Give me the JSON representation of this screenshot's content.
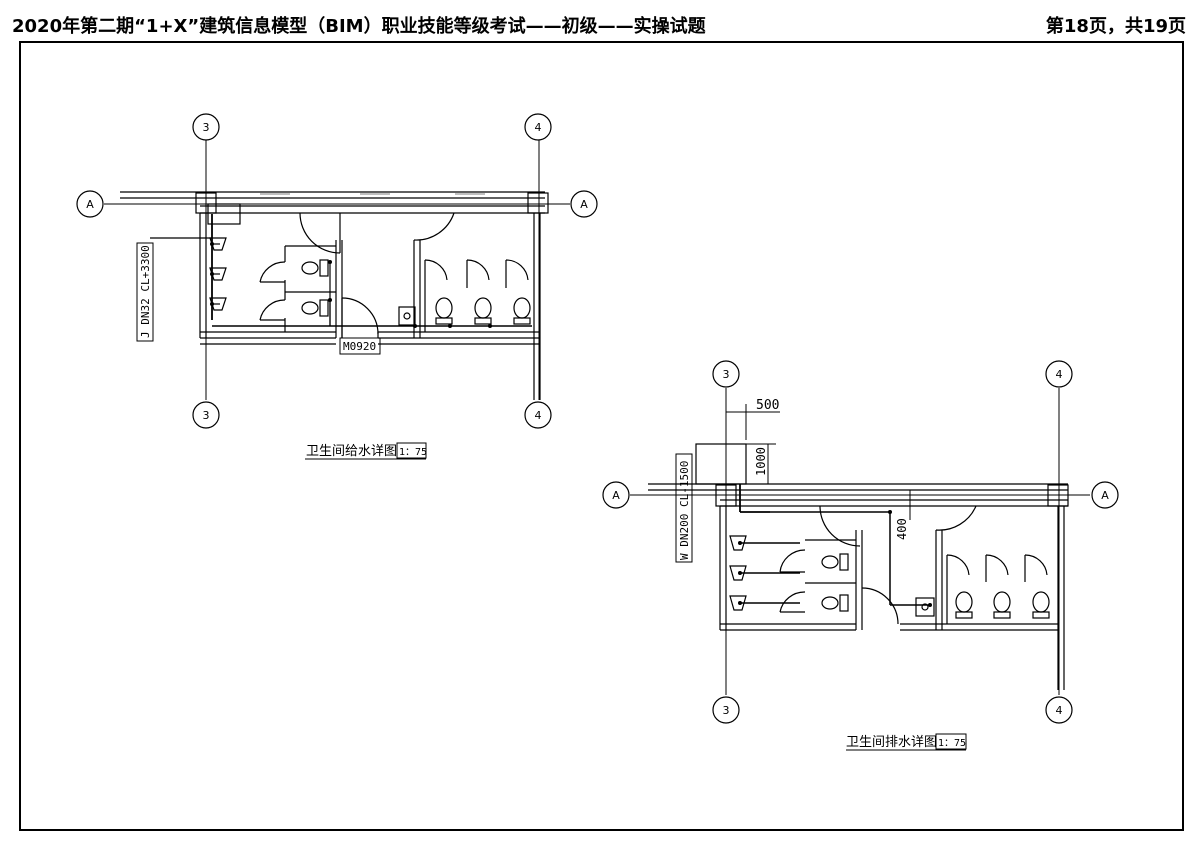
{
  "header": {
    "title": "2020年第二期“1+X”建筑信息模型（BIM）职业技能等级考试——初级——实操试题",
    "page": "第18页，共19页"
  },
  "supply_plan": {
    "title": "卫生间给水详图",
    "scale": "1：75",
    "axes": {
      "v1": "3",
      "v2": "4",
      "h": "A"
    },
    "pipe_label": "J DN32 CL+3300",
    "door_label": "M0920"
  },
  "drain_plan": {
    "title": "卫生间排水详图",
    "scale": "1：75",
    "axes": {
      "v1": "3",
      "v2": "4",
      "h": "A"
    },
    "pipe_label": "W DN200 CL-1500",
    "dim_500": "500",
    "dim_1000": "1000",
    "dim_400": "400"
  },
  "colors": {
    "line": "#000000",
    "background": "#ffffff"
  }
}
